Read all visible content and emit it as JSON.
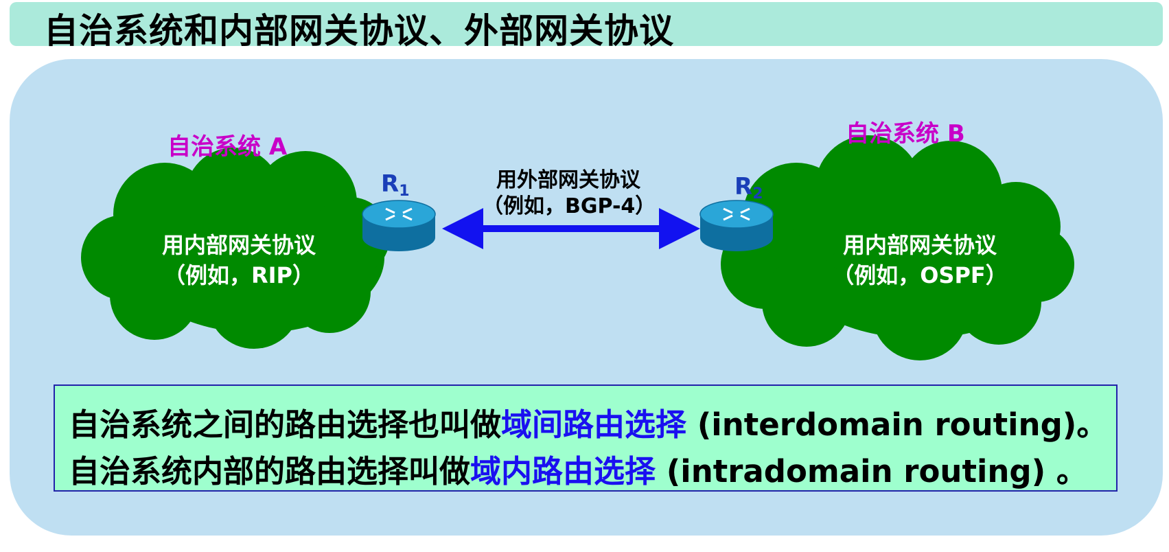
{
  "title": "自治系统和内部网关协议、外部网关协议",
  "as_a": {
    "label": "自治系统 A",
    "line1": "用内部网关协议",
    "line2": "（例如，RIP）"
  },
  "as_b": {
    "label": "自治系统 B",
    "line1": "用内部网关协议",
    "line2": "（例如，OSPF）"
  },
  "routers": {
    "r1": {
      "name": "R",
      "sub": "1"
    },
    "r2": {
      "name": "R",
      "sub": "2"
    }
  },
  "link": {
    "line1": "用外部网关协议",
    "line2": "（例如，BGP-4）"
  },
  "note": {
    "line1_pre": "自治系统之间的路由选择也叫做",
    "line1_hl": "域间路由选择",
    "line1_post": " (interdomain routing)。",
    "line2_pre": "自治系统内部的路由选择叫做",
    "line2_hl": "域内路由选择",
    "line2_post": " (intradomain routing) 。"
  },
  "colors": {
    "cloud": "#008a00",
    "arrow": "#1212f0",
    "router_top": "#2aa6d8",
    "router_side": "#0e6fa0",
    "as_label": "#c800c8",
    "highlight": "#1a10f0"
  }
}
